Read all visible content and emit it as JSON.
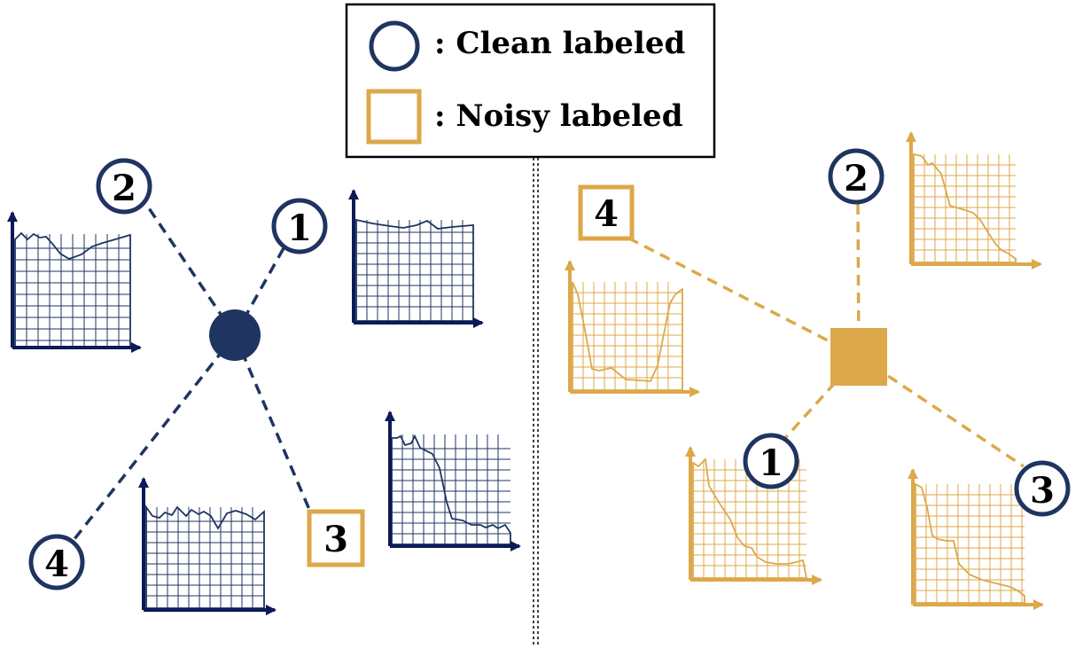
{
  "legend": {
    "clean_label": ": Clean labeled",
    "noisy_label": ": Noisy labeled"
  },
  "colors": {
    "clean": "#1f3461",
    "clean_dark": "#0d1a57",
    "noisy": "#dca84a",
    "black": "#000000"
  },
  "clean_panel": {
    "center_shape": "circle",
    "neighbors": [
      {
        "label": "1",
        "marker": "circle",
        "profile": "flat"
      },
      {
        "label": "2",
        "marker": "circle",
        "profile": "flat"
      },
      {
        "label": "3",
        "marker": "square",
        "profile": "decreasing"
      },
      {
        "label": "4",
        "marker": "circle",
        "profile": "flat"
      }
    ]
  },
  "noisy_panel": {
    "center_shape": "square",
    "neighbors": [
      {
        "label": "1",
        "marker": "circle",
        "profile": "decreasing"
      },
      {
        "label": "2",
        "marker": "circle",
        "profile": "decreasing"
      },
      {
        "label": "3",
        "marker": "circle",
        "profile": "decreasing"
      },
      {
        "label": "4",
        "marker": "square",
        "profile": "u-shaped"
      }
    ]
  }
}
